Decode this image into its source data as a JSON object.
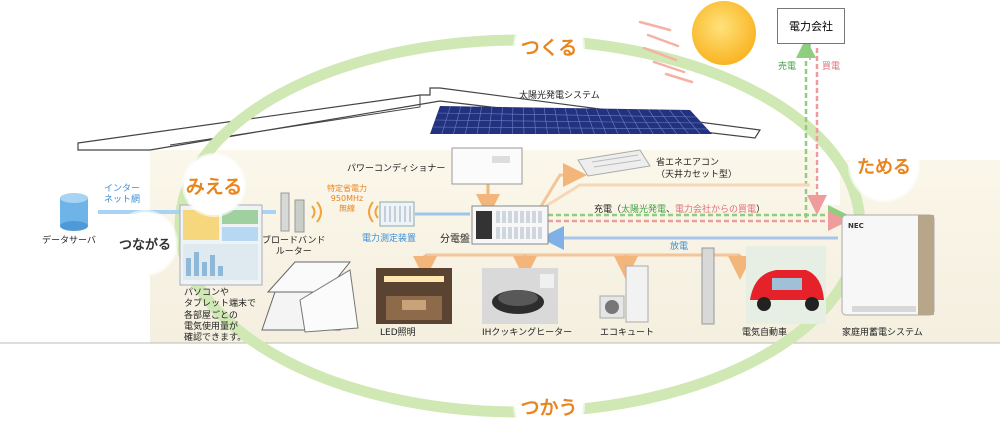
{
  "cycle": {
    "make": "つくる",
    "store": "ためる",
    "use": "つかう",
    "see": "みえる",
    "connect": "つながる"
  },
  "labels": {
    "power_company": "電力会社",
    "sell": "売電",
    "buy": "買電",
    "solar_system": "太陽光発電システム",
    "power_conditioner": "パワーコンディショナー",
    "aircon_line1": "省エネエアコン",
    "aircon_line2": "（天井カセット型）",
    "internet": "インター\nネット網",
    "data_server": "データサーバ",
    "router": "ブロードバンド\nルーター",
    "wireless_line1": "特定省電力",
    "wireless_line2": "950MHz",
    "wireless_line3": "無線",
    "meter": "電力測定装置",
    "distribution_board": "分電盤",
    "charge_prefix": "充電（",
    "charge_solar": "太陽光発電",
    "charge_sep": "、",
    "charge_grid": "電力会社からの買電",
    "charge_suffix": "）",
    "discharge": "放電",
    "pc_note": "パソコンや\nタブレット端末で\n各部屋ごとの\n電気使用量が\n確認できます。",
    "led": "LED照明",
    "ih": "IHクッキングヒーター",
    "ecocute": "エコキュート",
    "ev": "電気自動車",
    "battery": "家庭用蓄電システム",
    "nec": "NEC"
  },
  "colors": {
    "cycle_green": "#cfe8b4",
    "accent_orange": "#e8851f",
    "sell_green": "#6dbd5a",
    "buy_pink": "#e88a8a",
    "link_blue": "#3a8ed8"
  }
}
